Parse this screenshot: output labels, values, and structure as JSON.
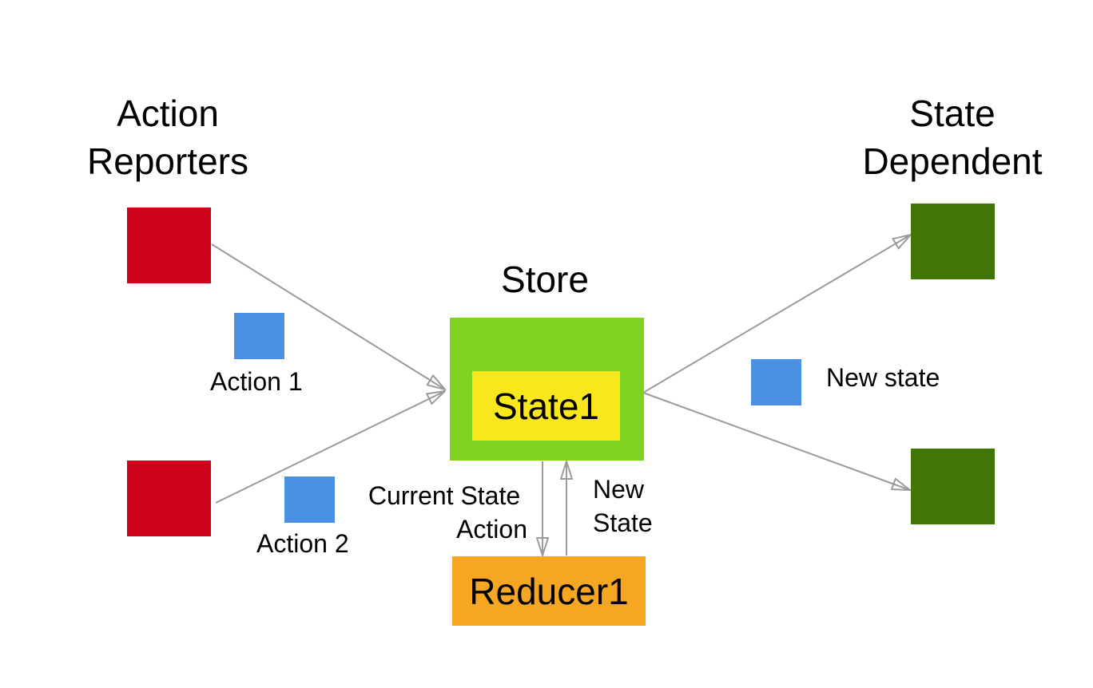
{
  "headings": {
    "action_reporters": [
      "Action",
      "Reporters"
    ],
    "store": "Store",
    "state_dependent": [
      "State",
      "Dependent"
    ]
  },
  "labels": {
    "action1": "Action 1",
    "action2": "Action 2",
    "new_state_right": "New state",
    "current_state": [
      "Current State",
      "Action"
    ],
    "new_state_up": [
      "New",
      "State"
    ]
  },
  "boxes": {
    "state": "State1",
    "reducer": "Reducer1"
  },
  "colors": {
    "action_reporter": "#d0021b",
    "action_token": "#4a90e2",
    "store_outer": "#7ed321",
    "state_inner": "#f8e71c",
    "reducer": "#f5a623",
    "state_dependent": "#417505",
    "arrow": "#9b9b9b"
  }
}
